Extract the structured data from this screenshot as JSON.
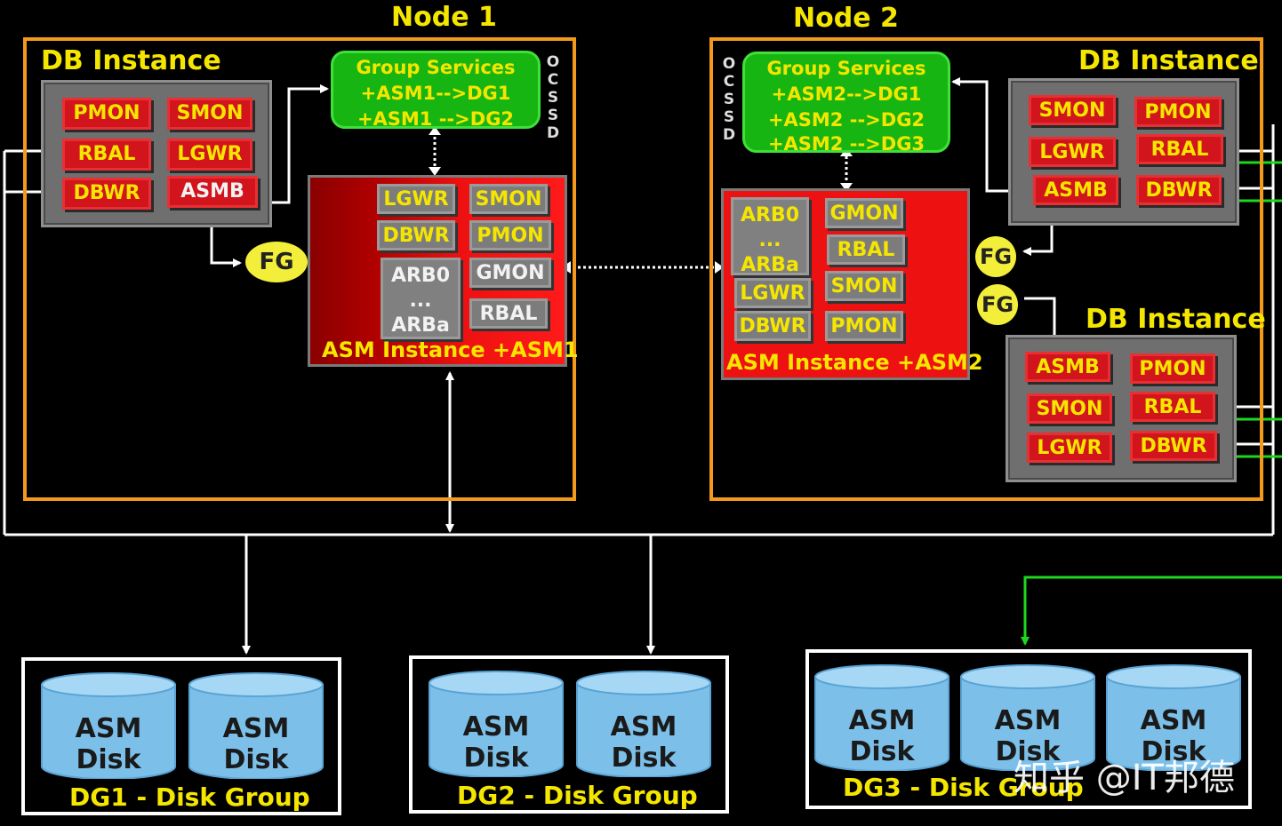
{
  "node1": {
    "title": "Node 1"
  },
  "node2": {
    "title": "Node 2"
  },
  "db_instance_label": "DB Instance",
  "group_services": {
    "node1": {
      "title": "Group Services",
      "lines": [
        "+ASM1-->DG1",
        "+ASM1 -->DG2"
      ]
    },
    "node2": {
      "title": "Group Services",
      "lines": [
        "+ASM2-->DG1",
        "+ASM2 -->DG2",
        "+ASM2 -->DG3"
      ]
    }
  },
  "cssd_label": "OCSSD",
  "fg_label": "FG",
  "db_instances": {
    "node1_db": [
      "PMON",
      "SMON",
      "RBAL",
      "LGWR",
      "DBWR",
      "ASMB"
    ],
    "node2_db_top": [
      "SMON",
      "PMON",
      "LGWR",
      "RBAL",
      "ASMB",
      "DBWR"
    ],
    "node2_db_bottom": [
      "ASMB",
      "PMON",
      "SMON",
      "RBAL",
      "LGWR",
      "DBWR"
    ]
  },
  "asm_instances": {
    "node1": {
      "label": "ASM Instance +ASM1",
      "procs": [
        "LGWR",
        "SMON",
        "DBWR",
        "PMON",
        "GMON",
        "RBAL"
      ],
      "arb": [
        "ARB0",
        "...",
        "ARBa"
      ]
    },
    "node2": {
      "label": "ASM Instance +ASM2",
      "procs": [
        "GMON",
        "RBAL",
        "LGWR",
        "SMON",
        "DBWR",
        "PMON"
      ],
      "arb": [
        "ARB0",
        "...",
        "ARBa"
      ]
    }
  },
  "disk_label": "ASM Disk",
  "disk_groups": [
    {
      "label": "DG1 - Disk Group",
      "disks": 2
    },
    {
      "label": "DG2 - Disk Group",
      "disks": 2
    },
    {
      "label": "DG3 - Disk Group",
      "disks": 3
    }
  ],
  "watermark": "知乎 @IT邦德",
  "colors": {
    "background": "#000000",
    "node_border": "#f39a1a",
    "title_yellow": "#f5e600",
    "process_red": "#d2141c",
    "group_services_green": "#17b512",
    "fg_yellow": "#f3ee39",
    "link_green": "#1ed81e",
    "connector_white": "#ffffff"
  }
}
